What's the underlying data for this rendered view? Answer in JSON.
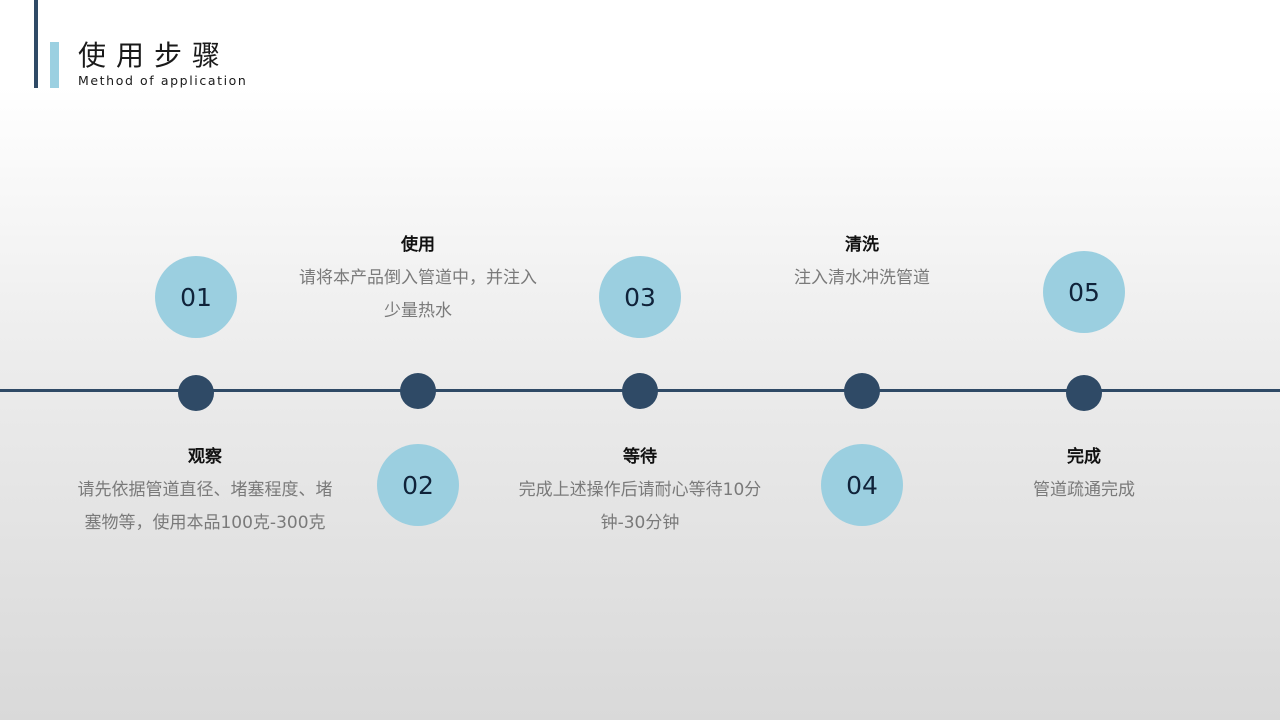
{
  "header": {
    "title": "使用步骤",
    "subtitle": "Method of application"
  },
  "colors": {
    "accent_dark": "#2f4a66",
    "accent_light": "#9bcfe0"
  },
  "steps": [
    {
      "number": "01",
      "title": "观察",
      "desc": "请先依据管道直径、堵塞程度、堵塞物等，使用本品100克-300克"
    },
    {
      "number": "02",
      "title": "使用",
      "desc": "请将本产品倒入管道中，并注入少量热水"
    },
    {
      "number": "03",
      "title": "等待",
      "desc": "完成上述操作后请耐心等待10分钟-30分钟"
    },
    {
      "number": "04",
      "title": "清洗",
      "desc": "注入清水冲洗管道"
    },
    {
      "number": "05",
      "title": "完成",
      "desc": "管道疏通完成"
    }
  ]
}
